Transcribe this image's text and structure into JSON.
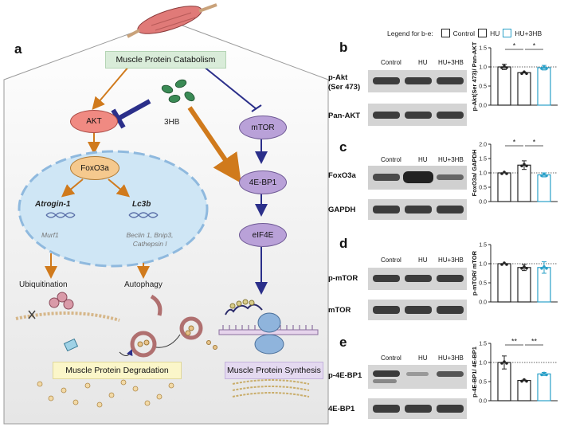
{
  "panel_letters": {
    "a": "a",
    "b": "b",
    "c": "c",
    "d": "d",
    "e": "e"
  },
  "diagram": {
    "top": "Muscle Protein Catabolism",
    "akt": "AKT",
    "mtor": "mTOR",
    "compound": "3HB",
    "foxo3a": "FoxO3a",
    "atrogin": "Atrogin-1",
    "lc3b": "Lc3b",
    "murf1": "Murf1",
    "autophagy_genes_1": "Beclin 1, Bnip3,",
    "autophagy_genes_2": "Cathepsin l",
    "ubiquitination": "Ubiquitination",
    "autophagy": "Autophagy",
    "bp1": "4E-BP1",
    "eif4e": "eIF4E",
    "degradation": "Muscle Protein Degradation",
    "synthesis": "Muscle Protein Synthesis",
    "colors": {
      "catabolic_arrow": "#d07a1c",
      "mtor_arrow": "#2b2f8a",
      "akt_fill": "#f08a82",
      "foxo_fill": "#f5c98e",
      "mtor_fill": "#b9a1d8",
      "top_fill": "#d9ecd9",
      "degradation_fill": "#fbf6c9",
      "synthesis_fill": "#e4d9f0",
      "nucleus_fill": "#cfe6f5"
    }
  },
  "legend": {
    "title": "Legend for b-e:",
    "items": [
      "Control",
      "HU",
      "HU+3HB"
    ],
    "colors": [
      "#222222",
      "#222222",
      "#2aa0c8"
    ]
  },
  "lanes": [
    "Control",
    "HU",
    "HU+3HB"
  ],
  "blots": {
    "b": {
      "top": "p-Akt",
      "top2": "(Ser 473)",
      "bottom": "Pan-AKT"
    },
    "c": {
      "top": "FoxO3a",
      "bottom": "GAPDH"
    },
    "d": {
      "top": "p-mTOR",
      "bottom": "mTOR"
    },
    "e": {
      "top": "p-4E-BP1",
      "bottom": "4E-BP1"
    }
  },
  "chart_data": [
    {
      "type": "bar",
      "panel": "b",
      "ylabel": "p-Akt(Ser 473)/ Pan-AKT",
      "categories": [
        "Control",
        "HU",
        "HU+3HB"
      ],
      "values": [
        1.0,
        0.85,
        0.98
      ],
      "errors": [
        0.07,
        0.01,
        0.06
      ],
      "ylim": [
        0,
        1.5
      ],
      "yticks": [
        "0.0",
        "0.5",
        "1.0",
        "1.5"
      ],
      "reference_line": 1.0,
      "significance": [
        "*",
        "*"
      ]
    },
    {
      "type": "bar",
      "panel": "c",
      "ylabel": "FoxO3a/ GAPDH",
      "categories": [
        "Control",
        "HU",
        "HU+3HB"
      ],
      "values": [
        1.0,
        1.27,
        0.93
      ],
      "errors": [
        0.0,
        0.15,
        0.07
      ],
      "ylim": [
        0,
        2.0
      ],
      "yticks": [
        "0.0",
        "0.5",
        "1.0",
        "1.5",
        "2.0"
      ],
      "reference_line": 1.0,
      "significance": [
        "*",
        "*"
      ]
    },
    {
      "type": "bar",
      "panel": "d",
      "ylabel": "p-mTOR/ mTOR",
      "categories": [
        "Control",
        "HU",
        "HU+3HB"
      ],
      "values": [
        1.0,
        0.9,
        0.9
      ],
      "errors": [
        0.0,
        0.08,
        0.15
      ],
      "ylim": [
        0,
        1.5
      ],
      "yticks": [
        "0.0",
        "0.5",
        "1.0",
        "1.5"
      ],
      "reference_line": 1.0,
      "significance": []
    },
    {
      "type": "bar",
      "panel": "e",
      "ylabel": "p-4E-BP1/ 4E-BP1",
      "categories": [
        "Control",
        "HU",
        "HU+3HB"
      ],
      "values": [
        1.0,
        0.53,
        0.7
      ],
      "errors": [
        0.17,
        0.01,
        0.04
      ],
      "ylim": [
        0,
        1.5
      ],
      "yticks": [
        "0.0",
        "0.5",
        "1.0",
        "1.5"
      ],
      "reference_line": 1.0,
      "significance": [
        "**",
        "**"
      ]
    }
  ]
}
